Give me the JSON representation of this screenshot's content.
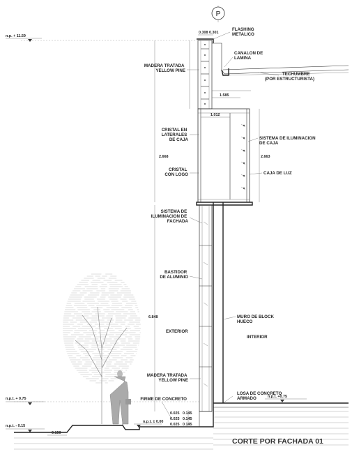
{
  "drawing": {
    "title": "CORTE POR FACHADA 01",
    "grid_marker": "P",
    "levels": {
      "top": "n.p. + 11.59",
      "sidewalk": "n.p.t. + 0.75",
      "street": "n.p.t. - 0.15",
      "zero": "n.p.t. ± 0.00",
      "interior": "n.p.t. +0.75"
    },
    "labels": {
      "flashing": "FLASHING\nMETALICO",
      "canalon": "CANALON DE\nLAMINA",
      "techumbre": "TECHUMBRE\n(POR ESTRUCTURISTA)",
      "madera_top": "MADERA TRATADA\nYELLOW PINE",
      "cristal_laterales": "CRISTAL EN\nLATERALES\nDE CAJA",
      "cristal_logo": "CRISTAL\nCON LOGO",
      "sistema_caja": "SISTEMA DE ILUMINACION\nDE CAJA",
      "caja_luz": "CAJA DE LUZ",
      "sistema_fachada": "SISTEMA DE\nILUMINACION DE\nFACHADA",
      "bastidor": "BASTIDOR\nDE ALUMINIO",
      "muro_block": "MURO DE BLOCK\nHUECO",
      "exterior": "EXTERIOR",
      "interior": "INTERIOR",
      "madera_bottom": "MADERA TRATADA\nYELLOW PINE",
      "firme": "FIRME DE CONCRETO",
      "losa": "LOSA DE CONCRETO\nARMADO"
    },
    "dimensions": {
      "d_0308": "0.308",
      "d_0301": "0.301",
      "d_1585": "1.585",
      "d_1012": "1.012",
      "d_2668": "2.668",
      "d_2663": "2.663",
      "d_6848": "6.848",
      "d_0150": "0.150",
      "d_0025a": "0.025",
      "d_0145a": "0.145",
      "d_0025b": "0.025",
      "d_0145b": "0.145",
      "d_0025c": "0.025",
      "d_0145c": "0.145"
    }
  }
}
